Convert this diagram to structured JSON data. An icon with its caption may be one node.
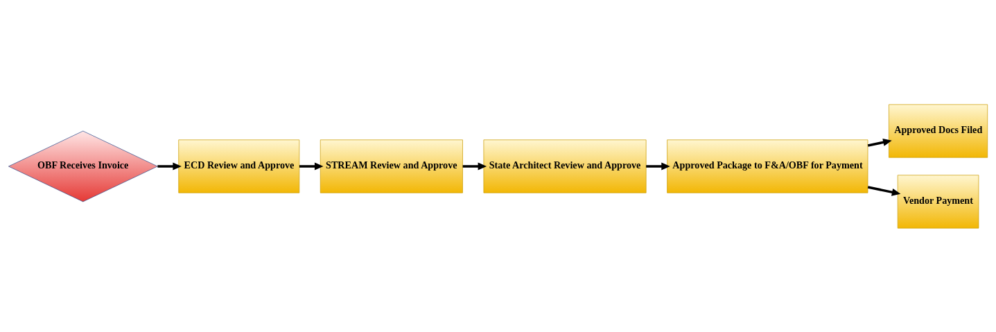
{
  "diagram": {
    "nodes": [
      {
        "text": [
          "OBF Receives Invoice"
        ]
      },
      {
        "text": [
          "ECD Review and Approve"
        ]
      },
      {
        "text": [
          "STREAM Review and Approve"
        ]
      },
      {
        "text": [
          "State Architect Review and Approve"
        ]
      },
      {
        "text": [
          "Approved Package to F&A/OBF for Payment"
        ]
      },
      {
        "text": [
          "Approved Docs Filed"
        ]
      },
      {
        "text": [
          "Vendor Payment"
        ]
      }
    ],
    "edges": [
      {
        "from": 0,
        "to": 1,
        "arrow": "to"
      },
      {
        "from": 1,
        "to": 2,
        "arrow": "to"
      },
      {
        "from": 2,
        "to": 3,
        "arrow": "to"
      },
      {
        "from": 3,
        "to": 4,
        "arrow": "to"
      },
      {
        "from": 4,
        "to": 5,
        "arrow": "to"
      },
      {
        "from": 4,
        "to": 6,
        "arrow": "to"
      }
    ]
  }
}
